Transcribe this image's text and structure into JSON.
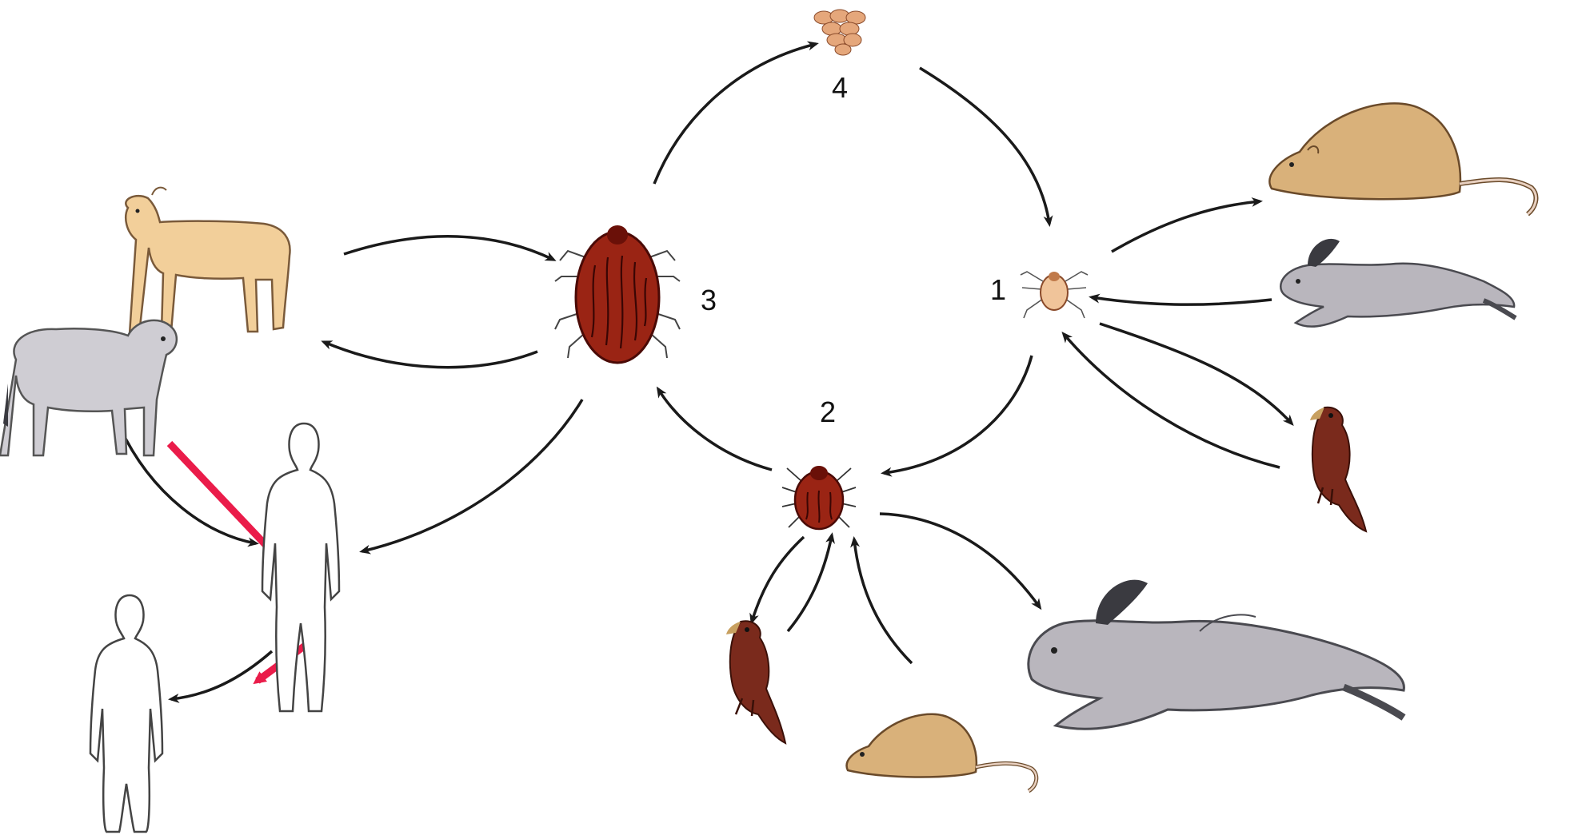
{
  "stages": [
    {
      "id": "larva",
      "label": "1"
    },
    {
      "id": "nymph",
      "label": "2"
    },
    {
      "id": "adult",
      "label": "3"
    },
    {
      "id": "eggs",
      "label": "4"
    }
  ],
  "colors": {
    "tick_red": "#8a1a12",
    "tick_dark": "#4a0a06",
    "rodent_tan": "#d9b17a",
    "hare_grey": "#b9b6bd",
    "bird_brown": "#7a2a1c",
    "calf_tan": "#f2cf9a",
    "lamb_grey": "#cfcdd3",
    "egg_orange": "#e5a77b",
    "arrow_black": "#1a1a1a",
    "highlight_red": "#ea1c4a",
    "background": "#ffffff"
  },
  "icons": [
    "tick-icon",
    "egg-cluster-icon",
    "rat-icon",
    "hare-icon",
    "bird-icon",
    "calf-icon",
    "lamb-icon",
    "human-icon"
  ]
}
